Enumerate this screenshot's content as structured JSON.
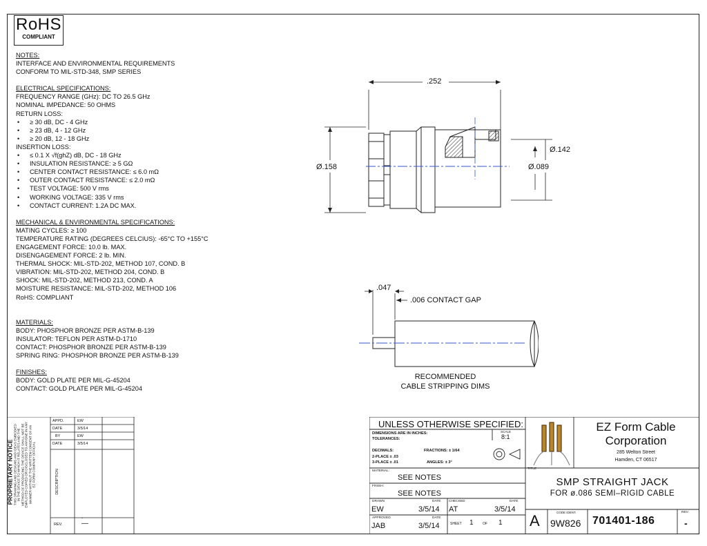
{
  "rohs": {
    "line1": "RoHS",
    "line2": "COMPLIANT"
  },
  "notes": {
    "title": "NOTES:",
    "interface": [
      "INTERFACE AND ENVIRONMENTAL REQUIREMENTS",
      "CONFORM TO MIL-STD-348, SMP SERIES"
    ],
    "electrical_title": "ELECTRICAL SPECIFICATIONS:",
    "electrical": [
      {
        "t": "FREQUENCY RANGE (GHz):  DC TO 26.5 GHz",
        "b": false
      },
      {
        "t": "NOMINAL IMPEDANCE: 50 OHMS",
        "b": false
      },
      {
        "t": "RETURN LOSS:",
        "b": false
      },
      {
        "t": "≥ 30 dB, DC - 4 GHz",
        "b": true
      },
      {
        "t": "≥ 23 dB, 4 - 12 GHz",
        "b": true
      },
      {
        "t": "≥ 20 dB, 12 - 18 GHz",
        "b": true
      },
      {
        "t": "INSERTION LOSS:",
        "b": false
      },
      {
        "t": "≤ 0.1 X √f(ghZ) dB, DC - 18 GHz",
        "b": true
      },
      {
        "t": "INSULATION RESISTANCE: ≥ 5 GΩ",
        "b": true
      },
      {
        "t": "CENTER CONTACT RESISTANCE: ≤ 6.0 mΩ",
        "b": true
      },
      {
        "t": "OUTER CONTACT RESISTANCE: ≤ 2.0 mΩ",
        "b": true
      },
      {
        "t": "TEST VOLTAGE: 500 V rms",
        "b": true
      },
      {
        "t": "WORKING VOLTAGE: 335 V rms",
        "b": true
      },
      {
        "t": "CONTACT CURRENT: 1.2A DC MAX.",
        "b": true
      }
    ],
    "mechanical_title": "MECHANICAL & ENVIRONMENTAL SPECIFICATIONS:",
    "mechanical": [
      "MATING CYCLES: ≥ 100",
      "TEMPERATURE RATING (DEGREES CELCIUS): -65°C TO +155°C",
      "ENGAGEMENT FORCE:  10.0 lb. MAX.",
      "DISENGAGEMENT FORCE: 2 lb. MIN.",
      "THERMAL SHOCK: MIL-STD-202, METHOD 107, COND. B",
      "VIBRATION: MIL-STD-202, METHOD 204, COND. B",
      "SHOCK: MIL-STD-202, METHOD 213, COND. A",
      "MOISTURE RESISTANCE: MIL-STD-202, METHOD 106",
      "RoHS: COMPLIANT"
    ],
    "materials_title": "MATERIALS:",
    "materials": [
      "BODY: PHOSPHOR BRONZE PER ASTM-B-139",
      "INSULATOR: TEFLON PER ASTM-D-1710",
      "CONTACT: PHOSPHOR BRONZE PER ASTM-B-139",
      "SPRING RING: PHOSPHOR BRONZE PER ASTM-B-139"
    ],
    "finishes_title": "FINISHES:",
    "finishes": [
      "BODY: GOLD PLATE PER MIL-G-45204",
      "CONTACT: GOLD PLATE PER MIL-G-45204"
    ]
  },
  "dims": {
    "length": ".252",
    "dia_outer": "Ø.158",
    "dia_mid": "Ø.142",
    "dia_inner": "Ø.089",
    "strip_len": ".047",
    "contact_gap": ".006 CONTACT GAP",
    "caption1": "RECOMMENDED",
    "caption2": "CABLE STRIPPING DIMS"
  },
  "proprietary": {
    "title": "PROPRIETARY NOTICE",
    "body1": "THIS DRAWING AND DESIGNS AND IDEAS EMBODIED",
    "body2": "IN THE DEVICE TO WHICH IT RELATES AND THE",
    "body3": "METHOD OF PRODUCING THE DEVICE SHALL NOT BE",
    "body4": "EMPLOYED COPIED OR DISCLOSED TO ANYONE IN ANY",
    "body5": "MANNER WITHOUT THE WRITTEN CONSENT OF AN",
    "body6": "EZ FORM COMPANY OFFICIAL"
  },
  "approvals": {
    "appd_label": "APPD.",
    "appd_val": "EW",
    "date1_label": "DATE",
    "date1_val": "3/5/14",
    "by_label": "BY",
    "by_val": "EW",
    "date2_label": "DATE",
    "date2_val": "3/5/14",
    "desc_label": "DESCRIPTION",
    "dot": ".",
    "rev_label": "REV.",
    "rev_val": "—"
  },
  "title_block": {
    "unless": "UNLESS OTHERWISE SPECIFIED:",
    "dims_in": "DIMENSIONS ARE IN INCHES:",
    "tolerances": "TOLERANCES:",
    "scale_label": "SCALE",
    "scale_val": "8:1",
    "decimals": "DECIMALS:",
    "fractions": "FRACTIONS:  ± 1/64",
    "place2": "2-PLACE  ± .03",
    "place3": "3-PLACE  ± .01",
    "angles": "ANGLES:  ± 3°",
    "material_label": "MATERIAL:",
    "material_val": "SEE  NOTES",
    "finish_label": "FINISH:",
    "finish_val": "SEE  NOTES",
    "drawn_label": "DRAWN",
    "drawn_val": "EW",
    "drawn_date_label": "DATE",
    "drawn_date": "3/5/14",
    "checked_label": "CHECKED",
    "checked_val": "AT",
    "checked_date_label": "DATE",
    "checked_date": "3/5/14",
    "approved_label": "APPROVED",
    "approved_val": "JAB",
    "approved_date_label": "DATE",
    "approved_date": "3/5/14",
    "sheet_label": "SHEET",
    "sheet_num": "1",
    "of_label": "OF",
    "sheet_total": "1",
    "company1": "EZ Form Cable",
    "company2": "Corporation",
    "addr1": "285 Welton Street",
    "addr2": "Hamden, CT 06517",
    "title_label": "TITLE",
    "title1": "SMP  STRAIGHT  JACK",
    "title2": "FOR  ø.086  SEMI–RIGID  CABLE",
    "size": "A",
    "code_label": "CODE IDENT.",
    "code": "9W826",
    "part": "701401-186",
    "rev_label": "REV.",
    "rev": "-"
  }
}
